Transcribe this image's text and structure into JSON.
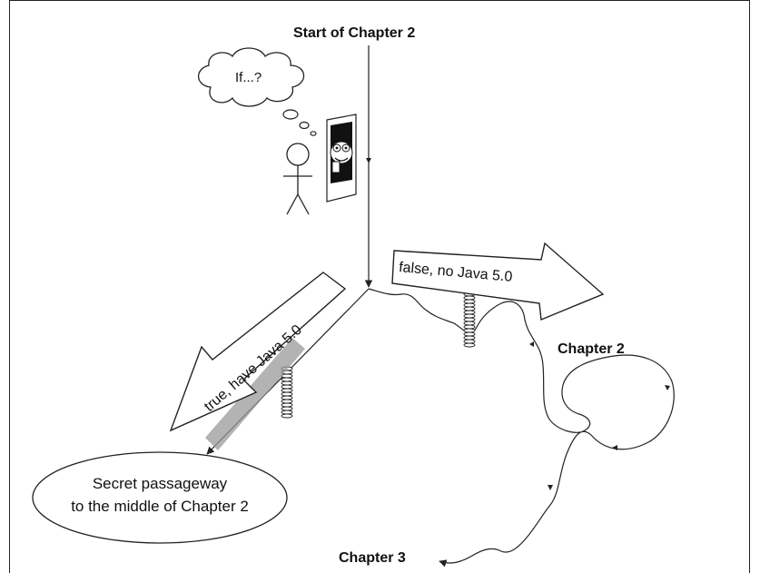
{
  "title": "Start of Chapter 2",
  "thought": "If...?",
  "decision": {
    "true_label": "true, have Java 5.0",
    "false_label": "false, no Java 5.0"
  },
  "destinations": {
    "chapter2": "Chapter 2",
    "chapter3": "Chapter 3",
    "secret_line1": "Secret passageway",
    "secret_line2": "to the middle of Chapter 2"
  },
  "icons": {
    "person": "stick-figure-icon",
    "door": "door-with-face-icon",
    "spring": "spring-icon",
    "cloud": "thought-cloud-icon"
  },
  "colors": {
    "line": "#222222",
    "shadow": "#9a9a9a",
    "fill": "#ffffff"
  }
}
